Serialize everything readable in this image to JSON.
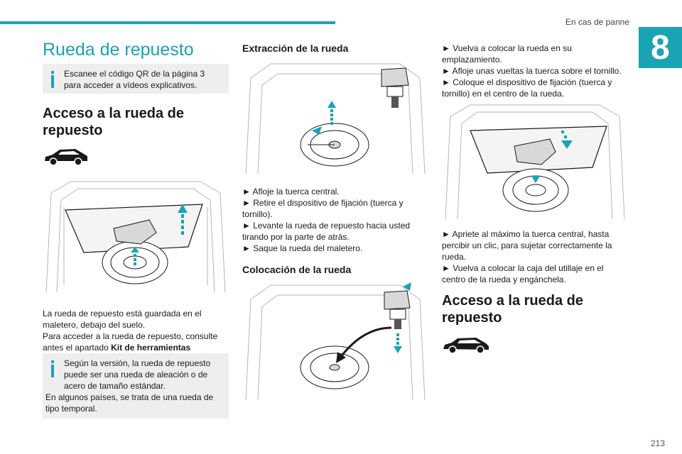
{
  "header": {
    "section": "En cas de panne",
    "chapter": "8"
  },
  "page_number": "213",
  "left": {
    "title": "Rueda de repuesto",
    "info1": "Escanee el código QR de la página 3 para acceder a vídeos explicativos.",
    "heading": "Acceso a la rueda de repuesto",
    "para1": "La rueda de repuesto está guardada en el maletero, debajo del suelo.",
    "para2_prefix": "Para acceder a la rueda de repuesto, consulte antes el apartado ",
    "para2_bold": "Kit de herramientas",
    "info2_line1": "Según la versión, la rueda de repuesto puede ser una rueda de aleación o de acero de tamaño estándar.",
    "info2_line2": "En algunos países, se trata de una rueda de tipo temporal."
  },
  "middle": {
    "heading1": "Extracción de la rueda",
    "steps1": [
      "► Afloje la tuerca central.",
      "► Retire el dispositivo de fijación (tuerca y tornillo).",
      "► Levante la rueda de repuesto hacia usted tirando por la parte de atrás.",
      "► Saque la rueda del maletero."
    ],
    "heading2": "Colocación de la rueda"
  },
  "right": {
    "steps1": [
      "► Vuelva a colocar la rueda en su emplazamiento.",
      "► Afloje unas vueltas la tuerca sobre el tornillo.",
      "► Coloque el dispositivo de fijación (tuerca y tornillo) en el centro de la rueda."
    ],
    "steps2": [
      "► Apriete al máximo la tuerca central, hasta percibir un clic, para sujetar correctamente la rueda.",
      "► Vuelva a colocar la caja del utillaje en el centro de la rueda y engánchela."
    ],
    "heading": "Acceso a la rueda de repuesto"
  }
}
